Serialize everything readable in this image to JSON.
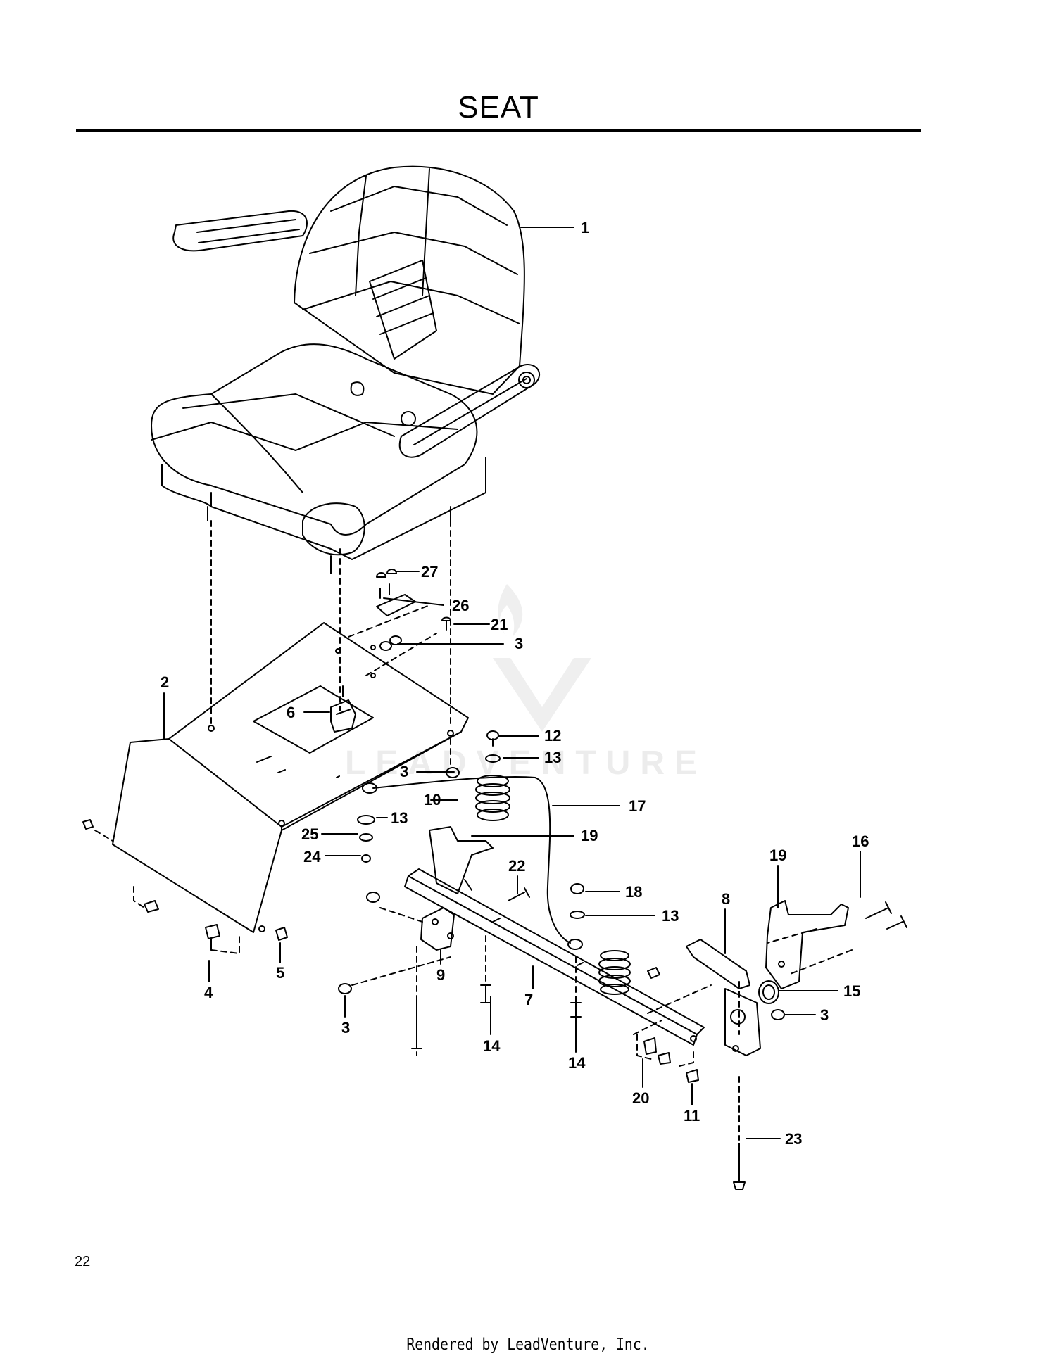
{
  "page": {
    "title": "SEAT",
    "page_number": "22",
    "footer": "Rendered by LeadVenture, Inc."
  },
  "watermark": {
    "text": "LEADVENTURE",
    "color": "#ececec"
  },
  "callouts": [
    "1",
    "27",
    "26",
    "21",
    "3",
    "2",
    "6",
    "12",
    "3",
    "13",
    "10",
    "17",
    "13",
    "19",
    "25",
    "24",
    "22",
    "18",
    "16",
    "19",
    "13",
    "8",
    "4",
    "5",
    "9",
    "15",
    "3",
    "3",
    "14",
    "7",
    "14",
    "20",
    "11",
    "23"
  ],
  "colors": {
    "line": "#000000",
    "background": "#ffffff"
  }
}
